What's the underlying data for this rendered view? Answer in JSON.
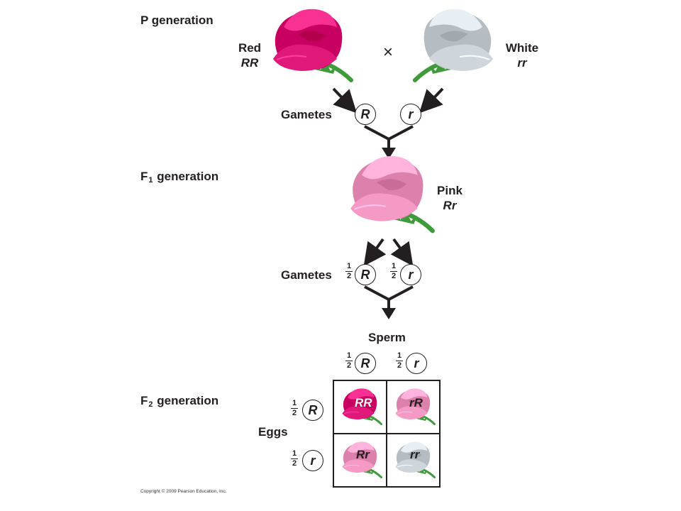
{
  "labels": {
    "p_generation": "P generation",
    "f1_prefix": "F",
    "f1_sub": "1",
    "f1_suffix": "generation",
    "f2_prefix": "F",
    "f2_sub": "2",
    "f2_suffix": "generation",
    "gametes": "Gametes",
    "sperm": "Sperm",
    "eggs": "Eggs",
    "cross_symbol": "×",
    "copyright": "Copyright © 2009 Pearson Education, Inc."
  },
  "parents": {
    "red": {
      "name": "Red",
      "genotype": "RR"
    },
    "white": {
      "name": "White",
      "genotype": "rr"
    }
  },
  "f1": {
    "name": "Pink",
    "genotype": "Rr"
  },
  "alleles": {
    "dominant": "R",
    "recessive": "r"
  },
  "fraction": {
    "numerator": "1",
    "denominator": "2"
  },
  "punnett": {
    "cells": [
      "RR",
      "rR",
      "Rr",
      "rr"
    ]
  },
  "colors": {
    "red_flower": "#e0187a",
    "pink_flower": "#f59ac4",
    "white_flower": "#cfd6db",
    "leaf": "#3f9a3a",
    "rr_label": "#ffffff",
    "ink": "#231f20"
  }
}
